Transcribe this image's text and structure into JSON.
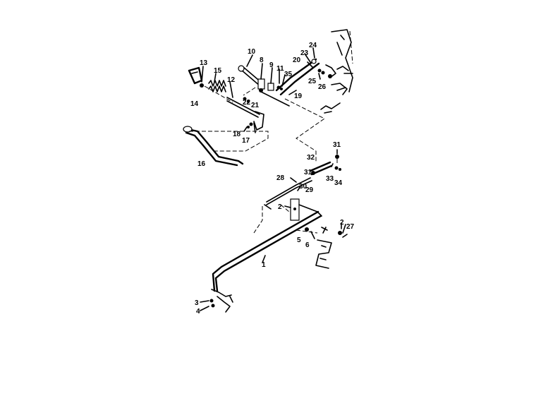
{
  "callouts": [
    {
      "id": "c1",
      "text": "1"
    },
    {
      "id": "c2a",
      "text": "2"
    },
    {
      "id": "c2b",
      "text": "2"
    },
    {
      "id": "c3",
      "text": "3"
    },
    {
      "id": "c4",
      "text": "4"
    },
    {
      "id": "c5",
      "text": "5"
    },
    {
      "id": "c6",
      "text": "6"
    },
    {
      "id": "c8",
      "text": "8"
    },
    {
      "id": "c9",
      "text": "9"
    },
    {
      "id": "c10",
      "text": "10"
    },
    {
      "id": "c11",
      "text": "11"
    },
    {
      "id": "c12",
      "text": "12"
    },
    {
      "id": "c13",
      "text": "13"
    },
    {
      "id": "c14",
      "text": "14"
    },
    {
      "id": "c15",
      "text": "15"
    },
    {
      "id": "c16",
      "text": "16"
    },
    {
      "id": "c17",
      "text": "17"
    },
    {
      "id": "c18",
      "text": "18"
    },
    {
      "id": "c19",
      "text": "19"
    },
    {
      "id": "c20",
      "text": "20"
    },
    {
      "id": "c21",
      "text": "21"
    },
    {
      "id": "c22",
      "text": "22"
    },
    {
      "id": "c23",
      "text": "23"
    },
    {
      "id": "c24",
      "text": "24"
    },
    {
      "id": "c25",
      "text": "25"
    },
    {
      "id": "c26",
      "text": "26"
    },
    {
      "id": "c27",
      "text": "27"
    },
    {
      "id": "c28",
      "text": "28"
    },
    {
      "id": "c29",
      "text": "29"
    },
    {
      "id": "c30",
      "text": "30"
    },
    {
      "id": "c31a",
      "text": "31"
    },
    {
      "id": "c31b",
      "text": "31"
    },
    {
      "id": "c32",
      "text": "32"
    },
    {
      "id": "c33",
      "text": "33"
    },
    {
      "id": "c34",
      "text": "34"
    },
    {
      "id": "c35",
      "text": "35"
    }
  ],
  "colors": {
    "ink": "#000000",
    "paper": "#ffffff"
  }
}
